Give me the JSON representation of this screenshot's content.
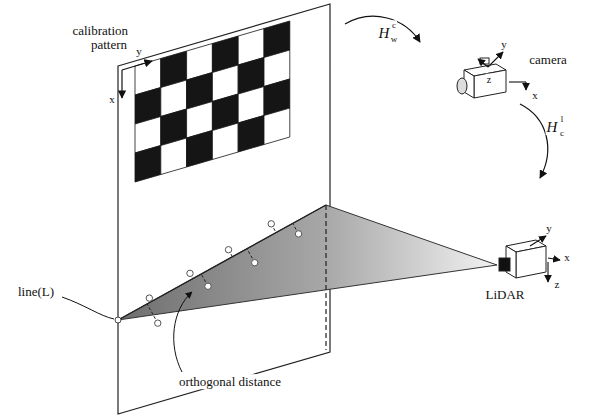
{
  "diagram": {
    "labels": [
      "calibration pattern",
      "y",
      "x",
      "H",
      "w",
      "c",
      "camera",
      "y",
      "z",
      "x",
      "H",
      "c",
      "l",
      "LiDAR",
      "y",
      "x",
      "z",
      "line(L)",
      "orthogonal distance"
    ]
  }
}
